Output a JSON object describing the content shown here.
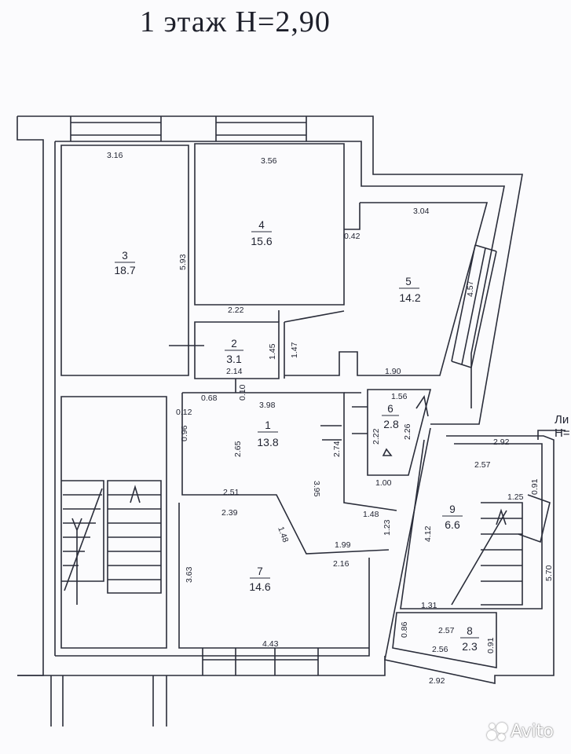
{
  "title": "1  этаж  H=2,90",
  "annex_label": {
    "line1": "Ли",
    "line2": "H="
  },
  "rooms": [
    {
      "number": "1",
      "area": "13.8"
    },
    {
      "number": "2",
      "area": "3.1"
    },
    {
      "number": "3",
      "area": "18.7"
    },
    {
      "number": "4",
      "area": "15.6"
    },
    {
      "number": "5",
      "area": "14.2"
    },
    {
      "number": "6",
      "area": "2.8"
    },
    {
      "number": "7",
      "area": "14.6"
    },
    {
      "number": "8",
      "area": "2.3"
    },
    {
      "number": "9",
      "area": "6.6"
    }
  ],
  "dimensions": [
    "3.16",
    "3.56",
    "3.04",
    "0.42",
    "5.93",
    "4.57",
    "2.22",
    "1.45",
    "1.47",
    "2.14",
    "1.90",
    "0.68",
    "0.10",
    "3.98",
    "1.56",
    "0.12",
    "0.96",
    "2.65",
    "2.74",
    "2.22",
    "2.26",
    "3.95",
    "1.00",
    "2.92",
    "2.57",
    "0.91",
    "1.25",
    "2.51",
    "2.39",
    "1.48",
    "1.48",
    "1.23",
    "4.12",
    "1.99",
    "2.16",
    "3.63",
    "5.70",
    "1.31",
    "0.86",
    "2.57",
    "2.56",
    "0.91",
    "4.43",
    "2.92"
  ],
  "watermark": "Avito"
}
